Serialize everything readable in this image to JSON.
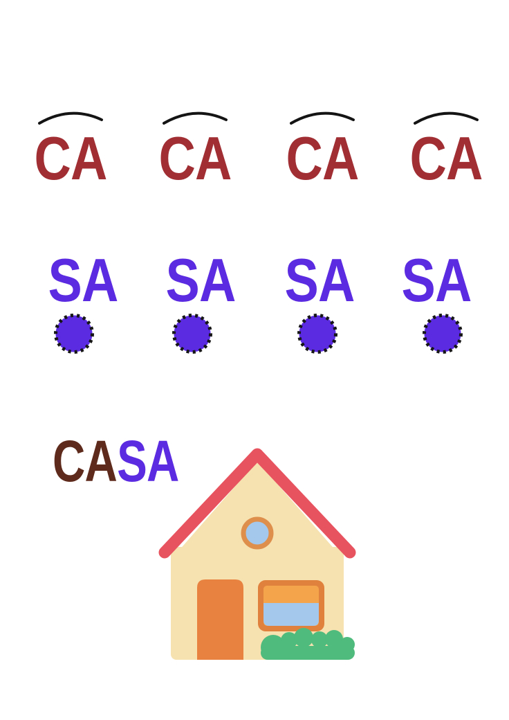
{
  "colors": {
    "background": "#FFFFFF",
    "arc_stroke": "#141414",
    "circle_outline": "#161616",
    "house": {
      "roof": "#E85360",
      "wall": "#F6E1B0",
      "door": "#E88240",
      "window_frame": "#E0813E",
      "window_band": "#F4A54C",
      "window_glass": "#A3C8EC",
      "round_window_ring": "#DE8F4C",
      "round_window_glass": "#A3C8EC",
      "bush": "#4FBB7D"
    }
  },
  "syllable_rows": [
    {
      "name": "ca-row",
      "color": "#A02E33",
      "marker": "arc-above",
      "items": [
        "CA",
        "CA",
        "CA",
        "CA"
      ]
    },
    {
      "name": "sa-row",
      "color": "#5B2BE1",
      "marker": "dotted-circle-below",
      "items": [
        "SA",
        "SA",
        "SA",
        "SA"
      ]
    }
  ],
  "word": {
    "full": "CASA",
    "segments": [
      {
        "text": "CA",
        "color": "#5E2A1B"
      },
      {
        "text": "SA",
        "color": "#5B2BE1"
      }
    ]
  },
  "illustration": {
    "name": "house"
  }
}
